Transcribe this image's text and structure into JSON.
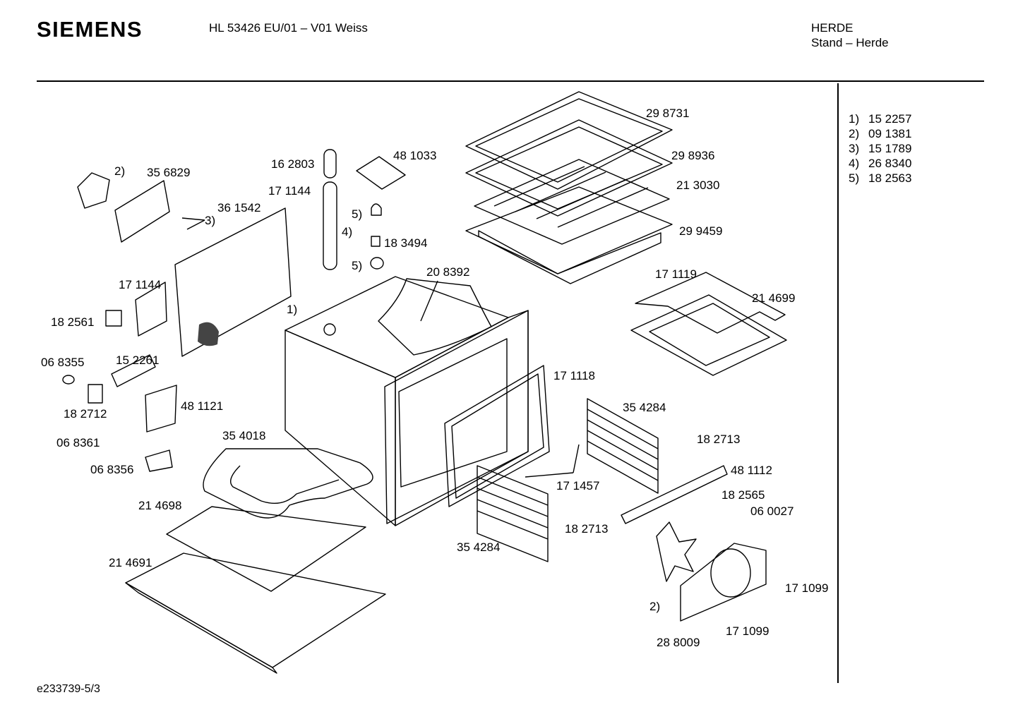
{
  "header": {
    "brand": "SIEMENS",
    "model": "HL 53426 EU/01 – V01 Weiss",
    "category": "HERDE",
    "subcategory": "Stand – Herde"
  },
  "legend": [
    {
      "num": "1)",
      "part": "15 2257"
    },
    {
      "num": "2)",
      "part": "09 1381"
    },
    {
      "num": "3)",
      "part": "15 1789"
    },
    {
      "num": "4)",
      "part": "26 8340"
    },
    {
      "num": "5)",
      "part": "18 2563"
    }
  ],
  "callouts": [
    "29 8731",
    "29 8936",
    "21 3030",
    "29 9459",
    "48 1033",
    "16 2803",
    "17 1144",
    "36 1542",
    "35 6829",
    "2)",
    "3)",
    "5)",
    "4)",
    "18 3494",
    "5)",
    "20 8392",
    "1)",
    "17 1144",
    "18 2561",
    "06 8355",
    "15 2261",
    "18 2712",
    "48 1121",
    "06 8361",
    "06 8356",
    "35 4018",
    "21 4698",
    "21 4691",
    "17 1119",
    "21 4699",
    "17 1118",
    "35 4284",
    "18 2713",
    "48 1112",
    "18 2565",
    "06 0027",
    "17 1457",
    "18 2713",
    "35 4284",
    "17 1099",
    "2)",
    "17 1099",
    "28 8009"
  ],
  "footer": {
    "code": "e233739-5/3"
  }
}
